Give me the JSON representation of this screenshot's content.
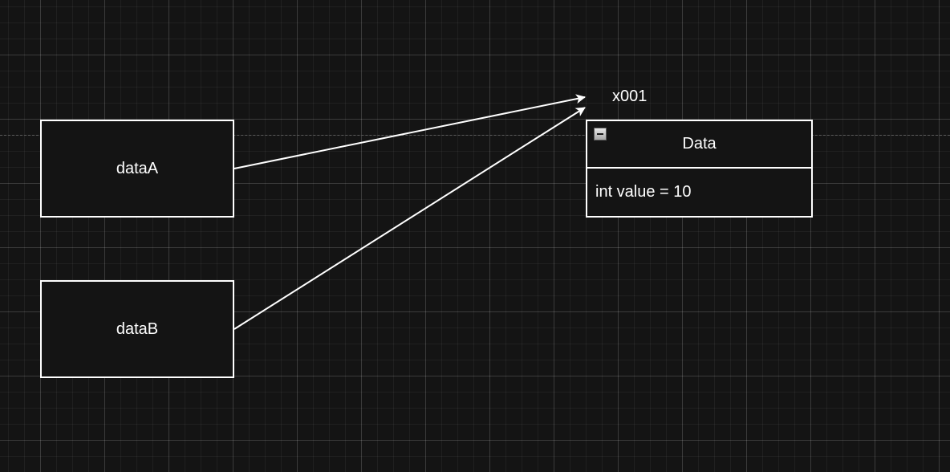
{
  "diagram": {
    "references": [
      {
        "label": "dataA",
        "target": "x001"
      },
      {
        "label": "dataB",
        "target": "x001"
      }
    ],
    "address_label": "x001",
    "object": {
      "class_name": "Data",
      "fields": [
        "int value = 10"
      ]
    },
    "colors": {
      "background": "#141414",
      "stroke": "#ffffff",
      "text": "#ffffff"
    }
  }
}
